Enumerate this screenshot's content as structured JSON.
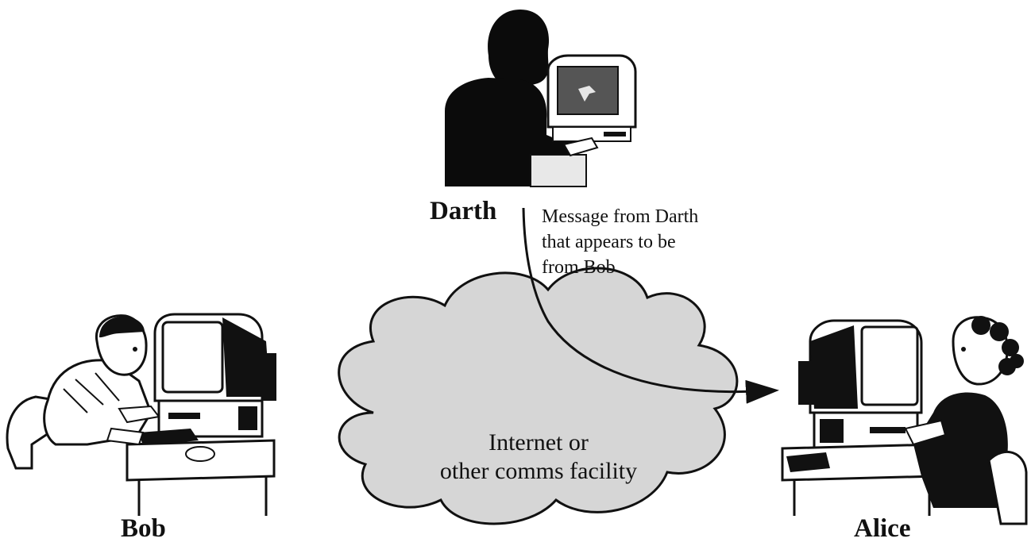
{
  "figure": {
    "attacker": {
      "name": "Darth"
    },
    "sender": {
      "name": "Bob"
    },
    "receiver": {
      "name": "Alice"
    },
    "network": {
      "label_line1": "Internet or",
      "label_line2": "other comms facility"
    },
    "message": {
      "line1": "Message from Darth",
      "line2": "that appears to be",
      "line3": "from Bob"
    }
  },
  "colors": {
    "ink": "#111111",
    "cloud_fill": "#d6d6d6",
    "screen_fill": "#ffffff",
    "darth_screen": "#555555"
  }
}
